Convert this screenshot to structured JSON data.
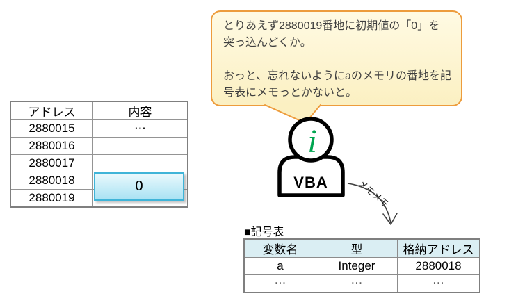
{
  "speech_bubble": {
    "lines": [
      "とりあえず2880019番地に初期値の「0」を",
      "突っ込んどくか。",
      "",
      "おっと、忘れないようにaのメモリの番地を記",
      "号表にメモっとかないと。"
    ],
    "fill_color": "#FBF0C2",
    "border_color": "#ED9C3C"
  },
  "memory_table": {
    "headers": [
      "アドレス",
      "内容"
    ],
    "rows": [
      [
        "2880015",
        "⋯"
      ],
      [
        "2880016",
        ""
      ],
      [
        "2880017",
        ""
      ],
      [
        "2880018",
        ""
      ],
      [
        "2880019",
        ""
      ]
    ]
  },
  "value_box": {
    "value": "0",
    "border_color": "#3FB4D8"
  },
  "character": {
    "head_label": "i",
    "head_label_color": "#00A550",
    "body_label": "VBA"
  },
  "arrow": {
    "label": "メモメモ"
  },
  "symbol_table": {
    "title": "■記号表",
    "header_bg": "#DAEEF3",
    "headers": [
      "変数名",
      "型",
      "格納アドレス"
    ],
    "rows": [
      [
        "a",
        "Integer",
        "2880018"
      ],
      [
        "⋯",
        "⋯",
        "⋯"
      ]
    ]
  }
}
